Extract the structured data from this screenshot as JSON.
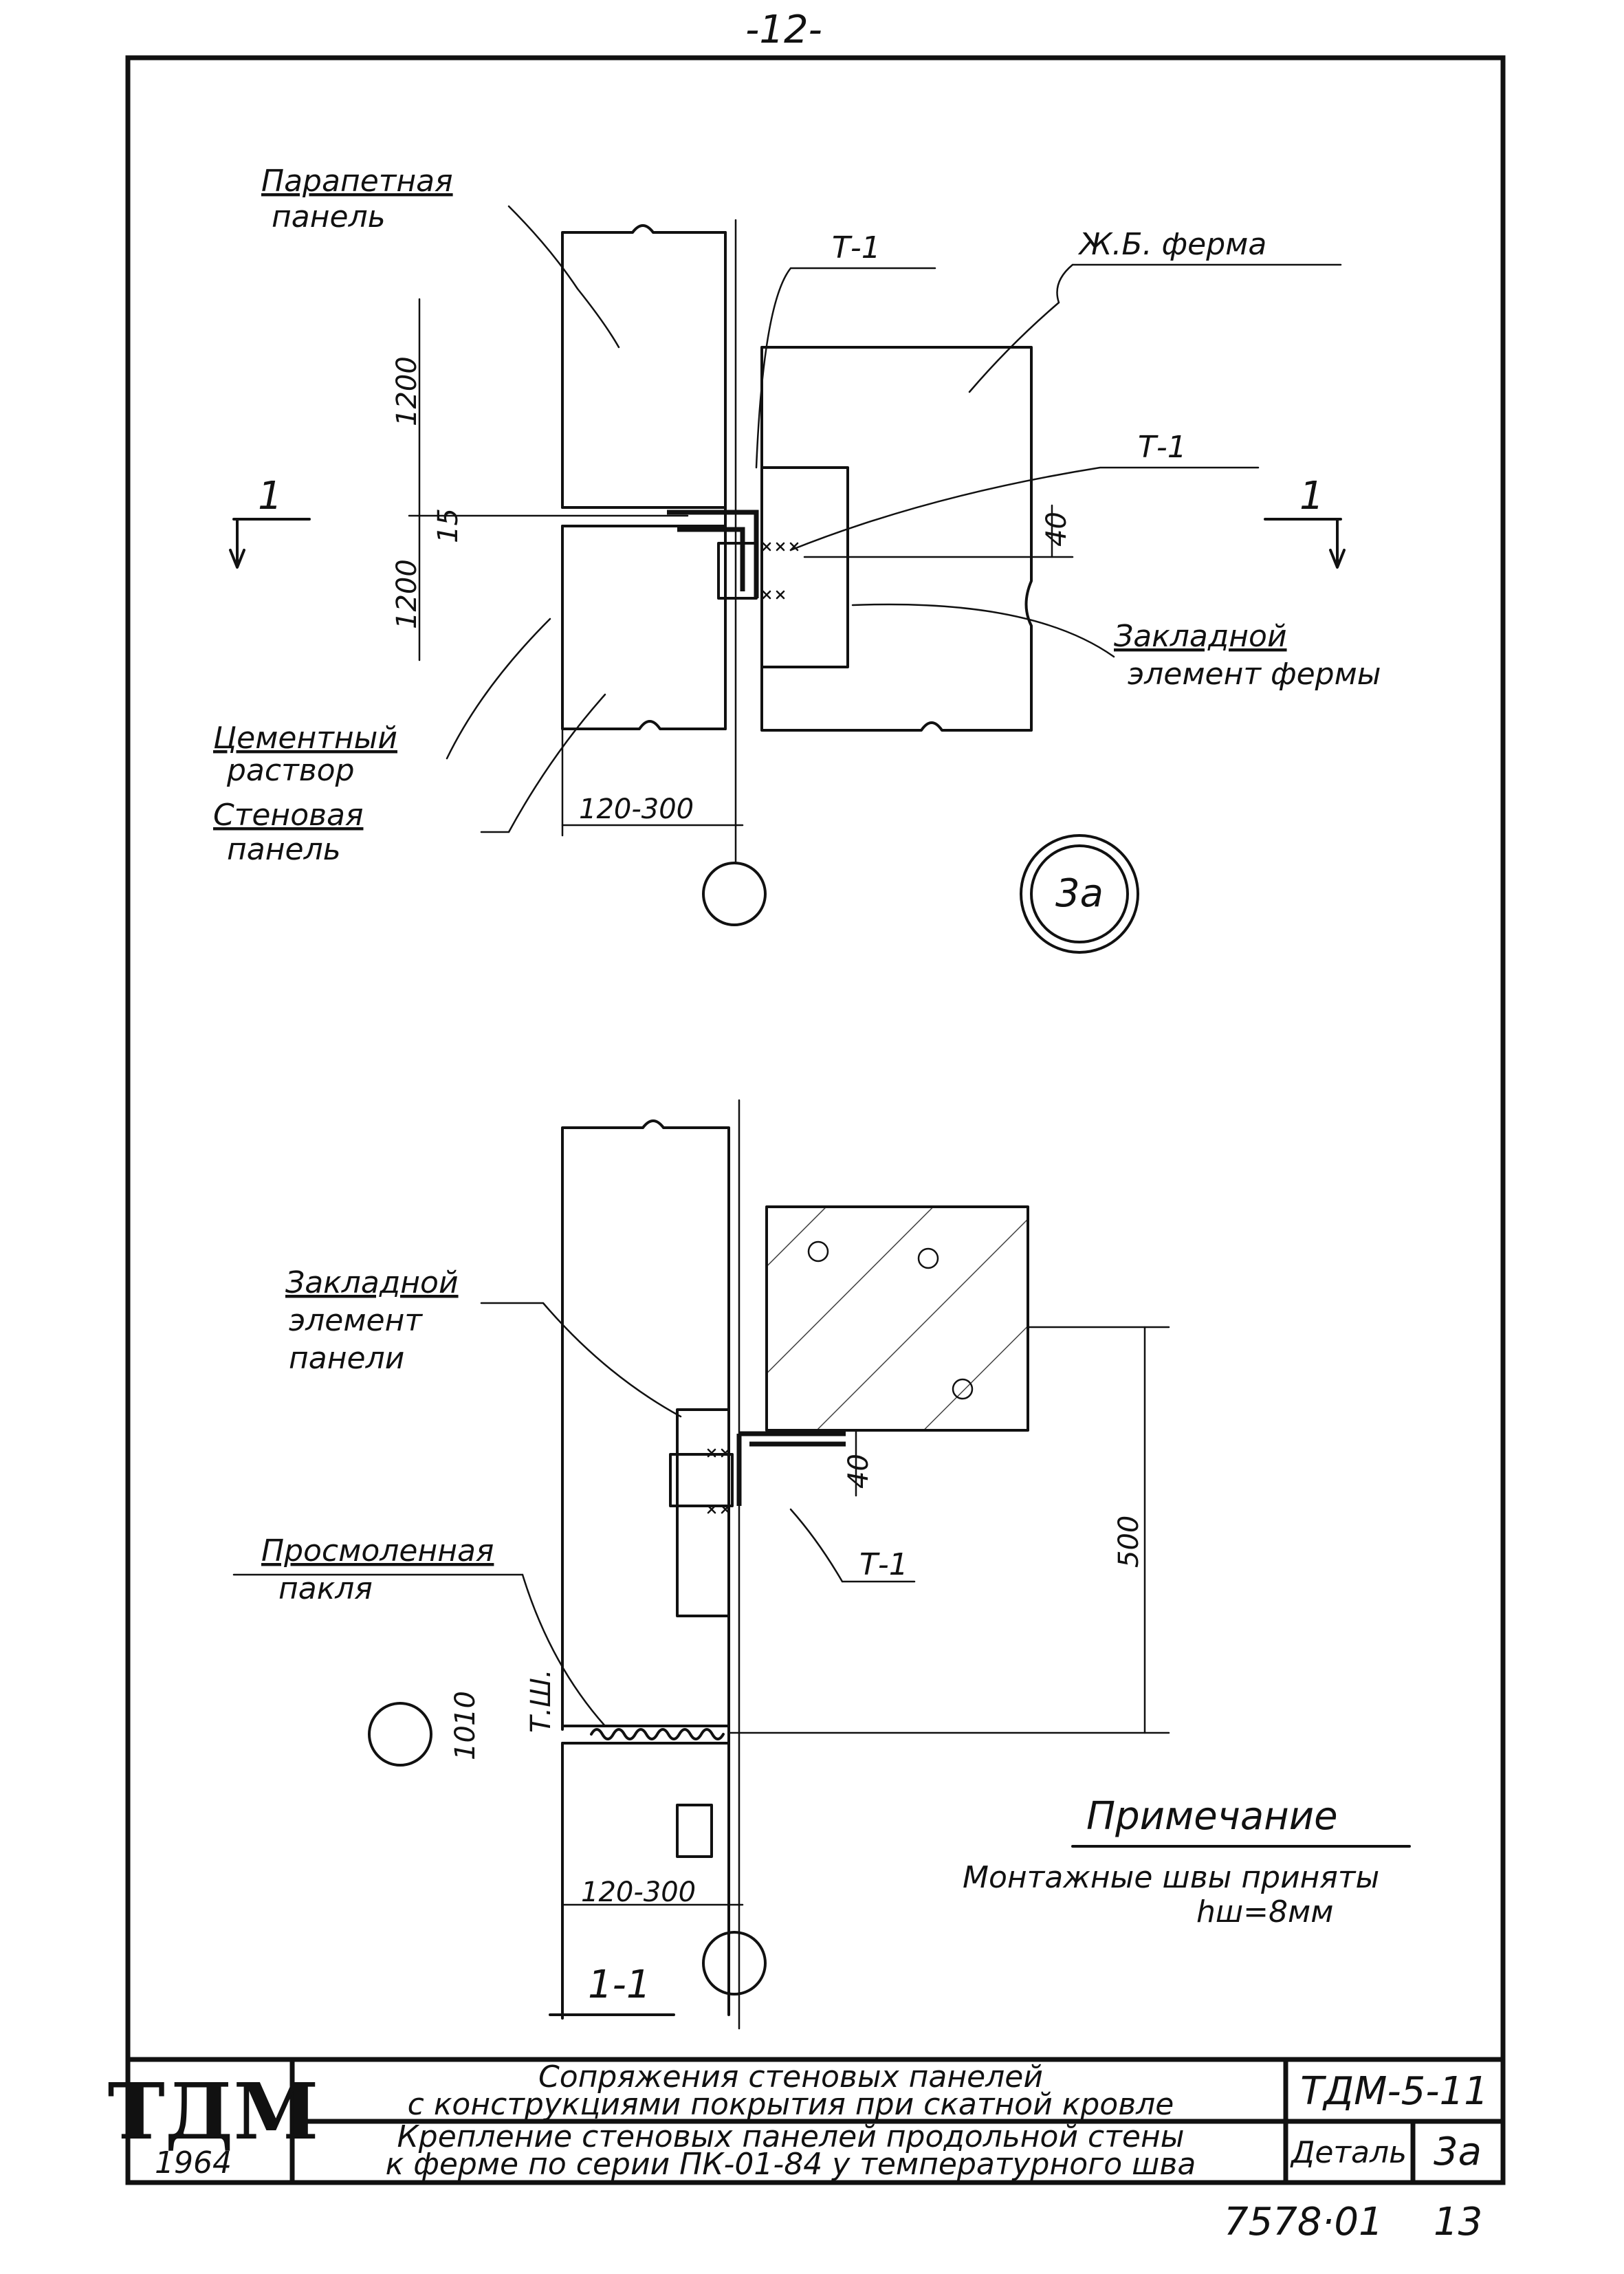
{
  "sheet": {
    "page_number": "-12-",
    "bottom_code": "7578·01",
    "bottom_number": "13"
  },
  "plan": {
    "label_parapet_1": "Парапетная",
    "label_parapet_2": "панель",
    "label_truss": "Ж.Б. ферма",
    "label_t1_top": "Т-1",
    "label_t1_mid": "Т-1",
    "label_embedded_1": "Закладной",
    "label_embedded_2": "элемент фермы",
    "label_mortar_1": "Цементный",
    "label_mortar_2": "раствор",
    "label_wall_1": "Стеновая",
    "label_wall_2": "панель",
    "dim_upper": "1200",
    "dim_lower": "1200",
    "dim_gap": "15",
    "dim_40": "40",
    "dim_width": "120-300",
    "section_mark_left": "1",
    "section_mark_right": "1",
    "detail_mark": "3а"
  },
  "section": {
    "label_embedded_1": "Закладной",
    "label_embedded_2": "элемент",
    "label_embedded_3": "панели",
    "label_tow_1": "Просмоленная",
    "label_tow_2": "пакля",
    "label_t1": "Т-1",
    "label_ts": "Т.Ш.",
    "dim_40": "40",
    "dim_500": "500",
    "dim_10a": "10",
    "dim_10b": "10",
    "dim_width": "120-300",
    "section_title": "1-1"
  },
  "note": {
    "title": "Примечание",
    "line_1": "Монтажные швы приняты",
    "line_2": "hш=8мм"
  },
  "title_block": {
    "logo": "ТДМ",
    "year": "1964",
    "title_1": "Сопряжения стеновых панелей",
    "title_2": "с конструкциями покрытия при скатной кровле",
    "subtitle_1": "Крепление стеновых панелей продольной стены",
    "subtitle_2": "к ферме по серии ПК-01-84 у температурного шва",
    "code": "ТДМ-5-11",
    "detail_label": "Деталь",
    "detail_value": "3а"
  }
}
